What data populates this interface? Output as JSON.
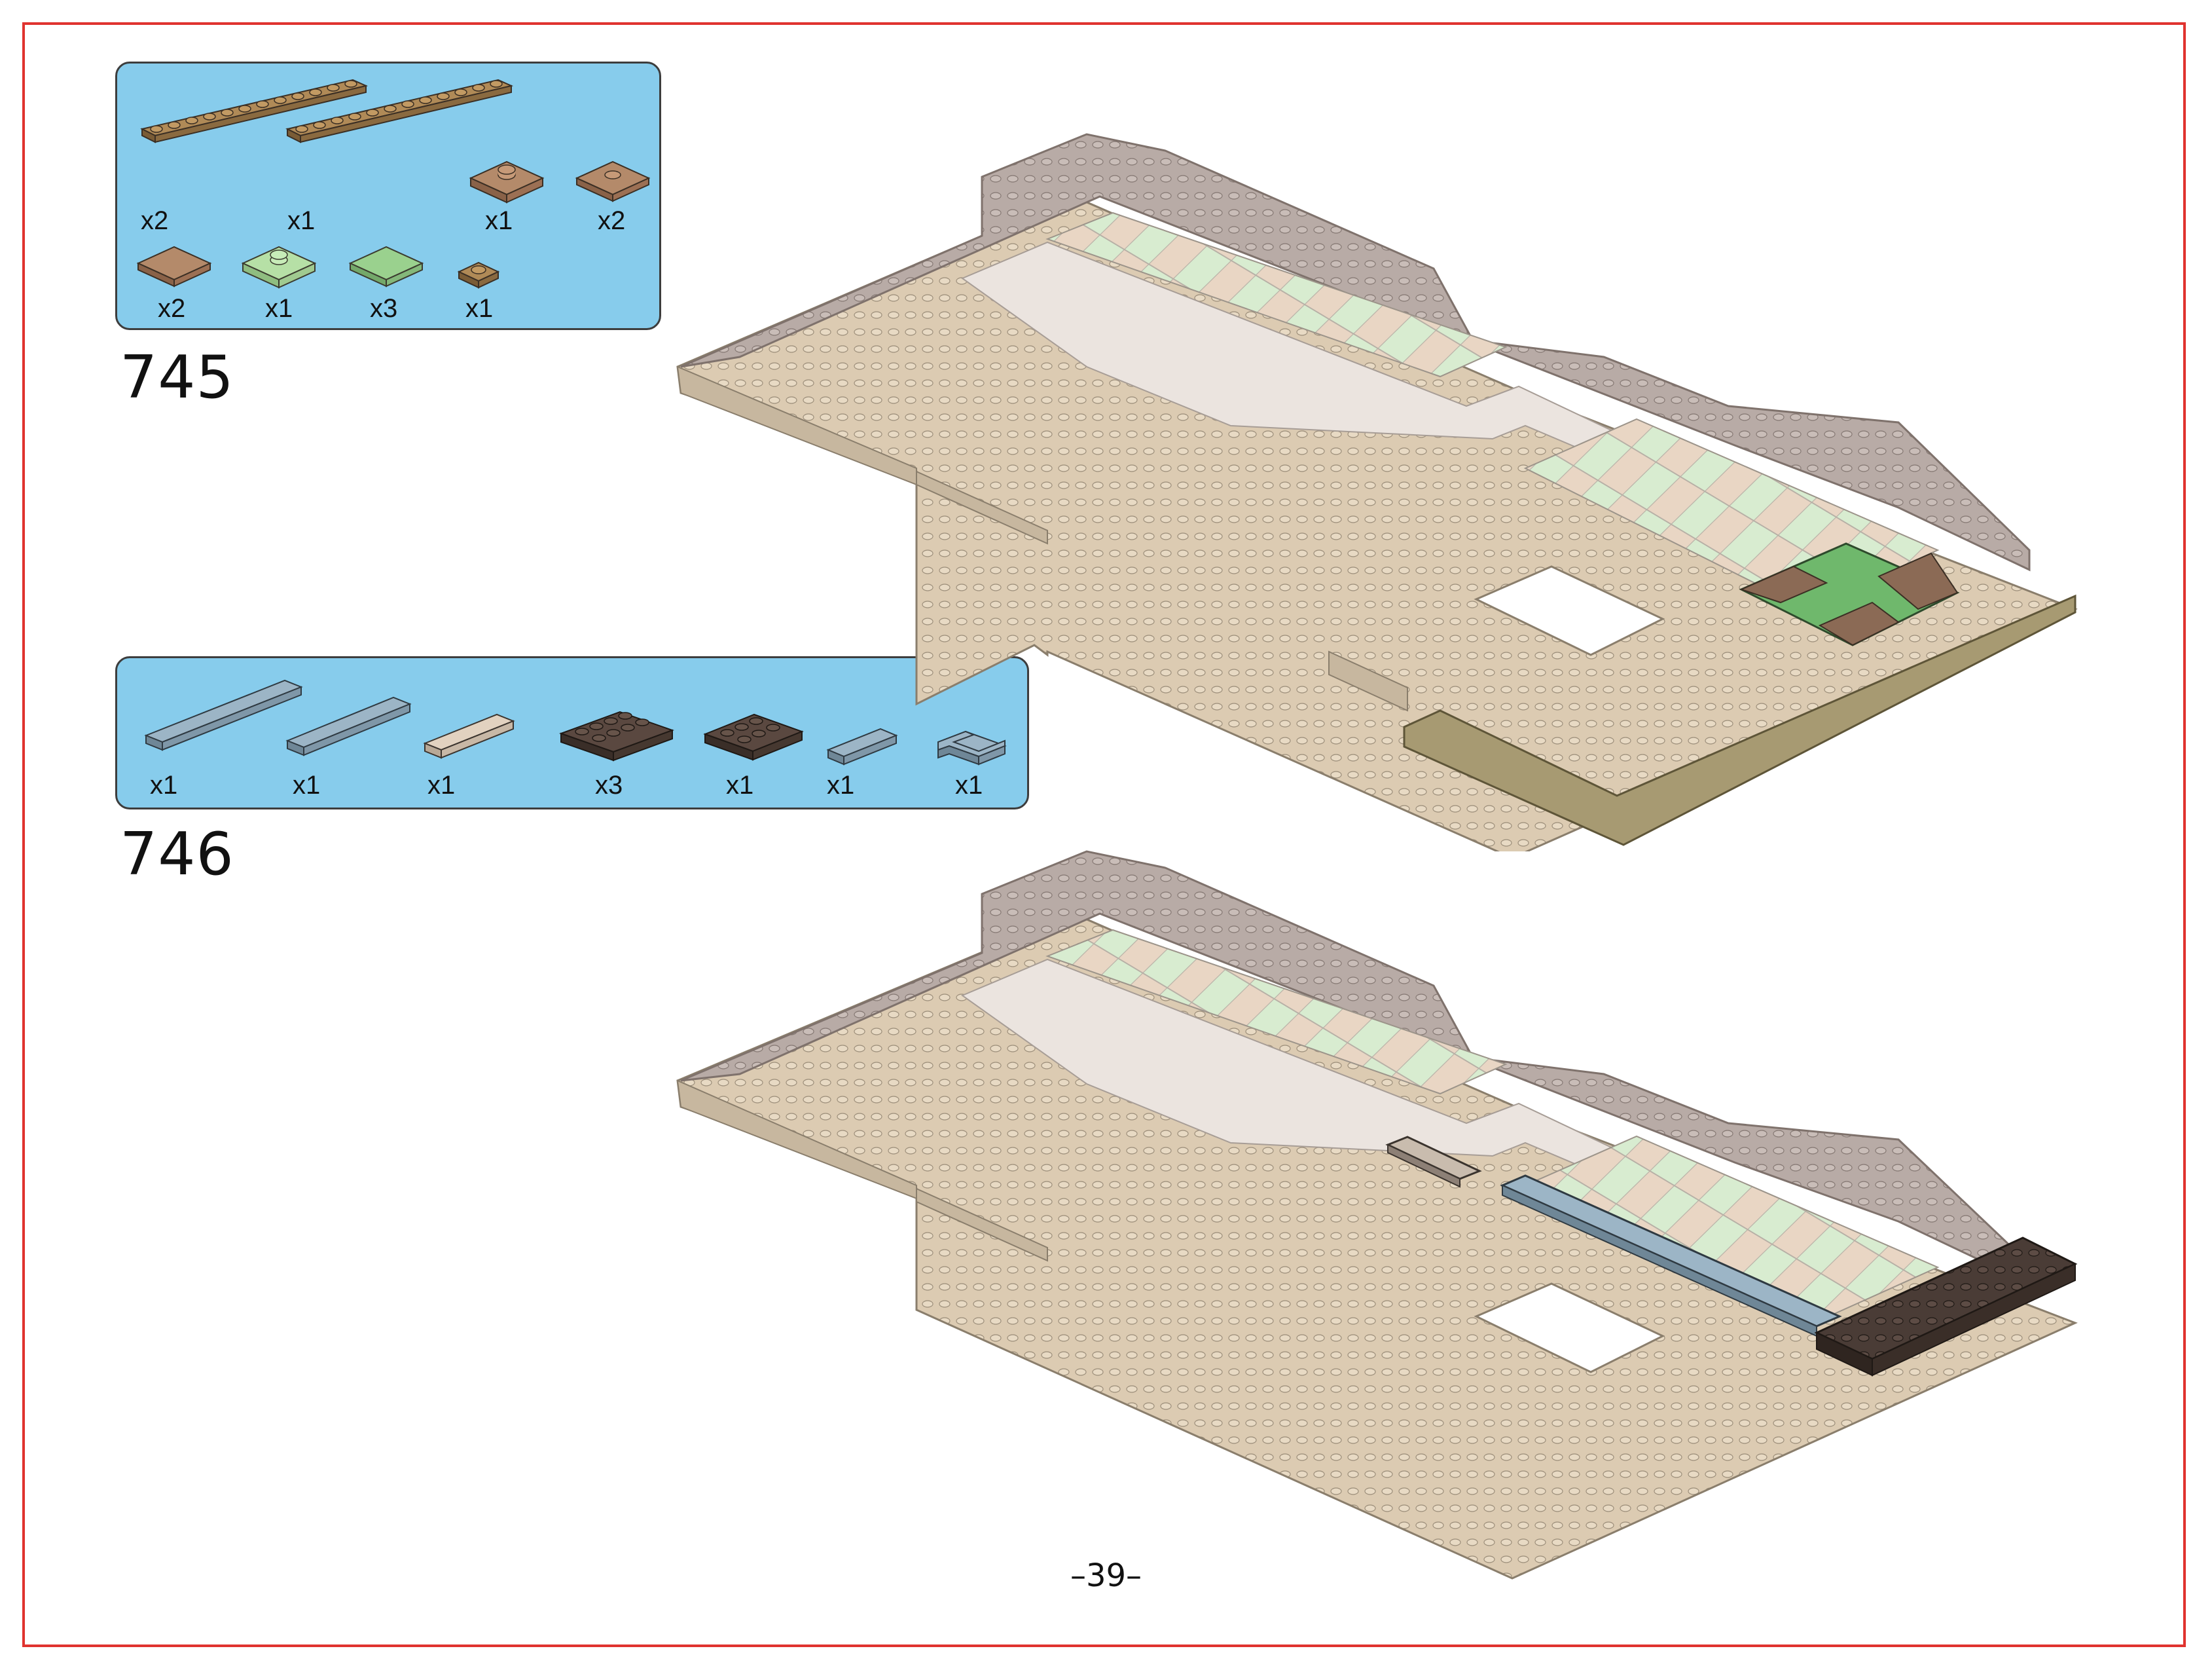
{
  "steps": [
    {
      "number": "745",
      "parts": [
        {
          "icon": "dark-tan-plate-1x12",
          "qty": "x2"
        },
        {
          "icon": "dark-tan-plate-1x12",
          "qty": "x1"
        },
        {
          "icon": "medium-nougat-plate-2x2-jumper",
          "qty": "x1"
        },
        {
          "icon": "medium-nougat-tile-2x2-round-stud",
          "qty": "x2"
        },
        {
          "icon": "medium-nougat-tile-2x2",
          "qty": "x2"
        },
        {
          "icon": "light-green-plate-2x2-jumper",
          "qty": "x1"
        },
        {
          "icon": "light-green-tile-2x2",
          "qty": "x3"
        },
        {
          "icon": "dark-tan-plate-1x1",
          "qty": "x1"
        }
      ]
    },
    {
      "number": "746",
      "parts": [
        {
          "icon": "sand-blue-tile-1x8",
          "qty": "x1"
        },
        {
          "icon": "sand-blue-tile-1x6",
          "qty": "x1"
        },
        {
          "icon": "light-bluish-tan-tile-1x4",
          "qty": "x1"
        },
        {
          "icon": "dark-brown-plate-2x4",
          "qty": "x3"
        },
        {
          "icon": "dark-brown-plate-2x3",
          "qty": "x1"
        },
        {
          "icon": "sand-blue-tile-1x3",
          "qty": "x1"
        },
        {
          "icon": "sand-blue-tile-corner",
          "qty": "x1"
        }
      ]
    }
  ],
  "page_number": "–39–",
  "colors": {
    "frame": "#e0332f",
    "parts_panel": "#87ccec",
    "baseplate_tan": "#dccbb2",
    "wall_grey": "#b8aba6",
    "path_white": "#ebe4df",
    "checker_green": "#d8ecd0",
    "checker_tan": "#e9d6c4",
    "dark_green": "#6fb86c",
    "dark_brown": "#4a3c36",
    "sand_blue": "#8fa9ba",
    "olive_edge": "#a79a72"
  }
}
